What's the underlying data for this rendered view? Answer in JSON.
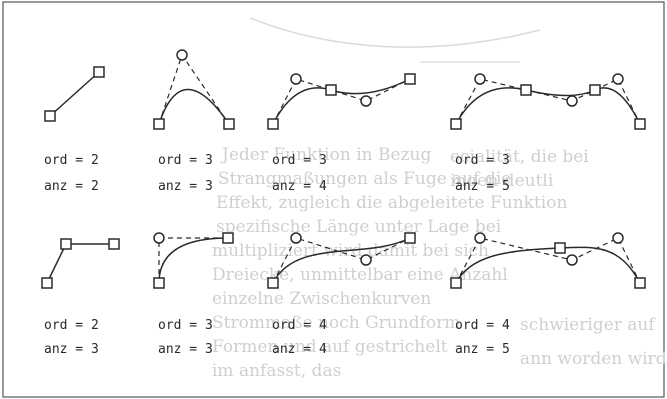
{
  "panels": [
    {
      "id": "p1",
      "ord": "ord = 2",
      "anz": "anz = 2"
    },
    {
      "id": "p2",
      "ord": "ord = 3",
      "anz": "anz = 3"
    },
    {
      "id": "p3",
      "ord": "ord = 3",
      "anz": "anz = 4"
    },
    {
      "id": "p4",
      "ord": "ord = 3",
      "anz": "anz = 5"
    },
    {
      "id": "p5",
      "ord": "ord = 2",
      "anz": "anz = 3"
    },
    {
      "id": "p6",
      "ord": "ord = 3",
      "anz": "anz = 3"
    },
    {
      "id": "p7",
      "ord": "ord = 4",
      "anz": "anz = 4"
    },
    {
      "id": "p8",
      "ord": "ord = 4",
      "anz": "anz = 5"
    }
  ],
  "bleed_through_text": [
    "ecialität, die bei",
    "ingen deutli",
    "Jeder Funktion in Bezug",
    "Strangmaßungen als Fuge auf die",
    "Effekt, zugleich die abgeleitete Funktion",
    "spezifische Länge unter Lage bei",
    "multipliziert wird damit bei sich",
    "Dreiecke, unmittelbar eine Anzahl",
    "einzelne Zwischenkurven",
    "Strommaße noch Grundform",
    "Formen und auf gestrichelt",
    "im anfasst, das",
    "schwieriger auf",
    "ann worden wird"
  ],
  "colors": {
    "line": "#2a2a2a",
    "background": "#ffffff",
    "border": "#555555",
    "bleed": "#c8c8c8"
  }
}
